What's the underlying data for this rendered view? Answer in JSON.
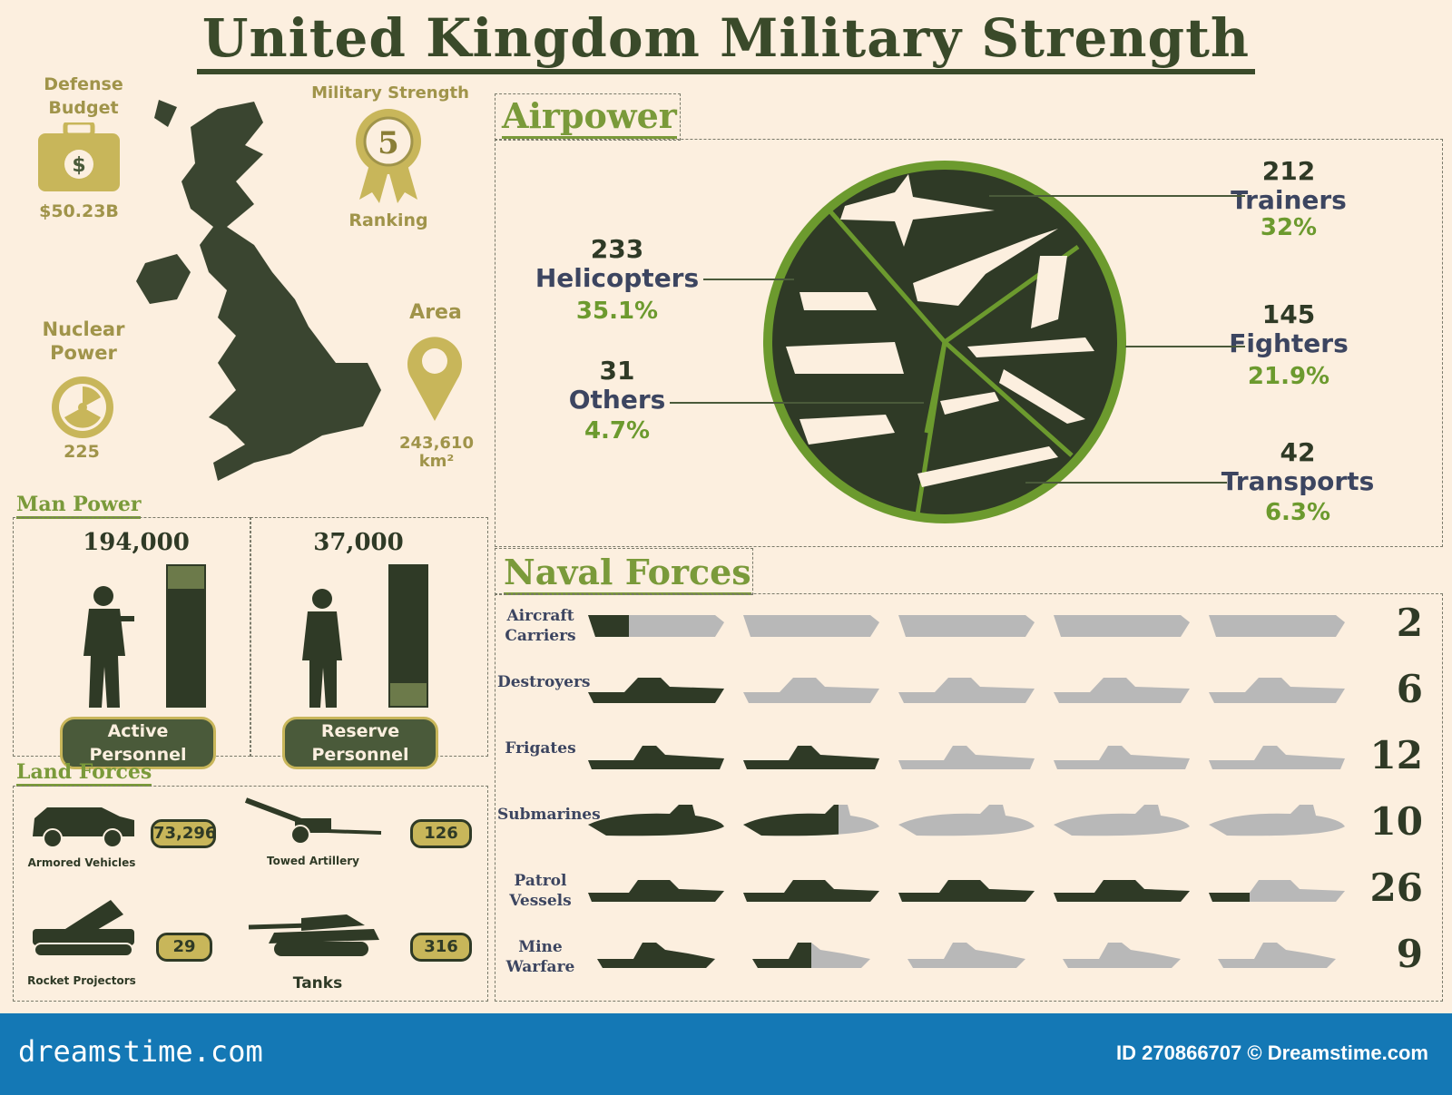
{
  "title": "United Kingdom Military Strength",
  "stats": {
    "defense_budget_label": "Defense Budget",
    "defense_budget_value": "$50.23B",
    "military_strength_label": "Military Strength",
    "ranking_number": "5",
    "ranking_label": "Ranking",
    "nuclear_label": "Nuclear Power",
    "nuclear_value": "225",
    "area_label": "Area",
    "area_value": "243,610",
    "area_unit": "km²"
  },
  "manpower": {
    "title": "Man Power",
    "active": {
      "value": "194,000",
      "label": "Active Personnel",
      "fill": 0.84
    },
    "reserve": {
      "value": "37,000",
      "label": "Reserve Personnel",
      "fill": 0.16
    }
  },
  "land": {
    "title": "Land Forces",
    "items": [
      {
        "name": "Armored Vehicles",
        "value": "73,296"
      },
      {
        "name": "Towed Artillery",
        "value": "126"
      },
      {
        "name": "Rocket Projectors",
        "value": "29"
      },
      {
        "name": "Tanks",
        "value": "316"
      }
    ]
  },
  "airpower": {
    "title": "Airpower",
    "items": [
      {
        "key": "trainers",
        "value": "212",
        "name": "Trainers",
        "pct": "32%"
      },
      {
        "key": "helicopters",
        "value": "233",
        "name": "Helicopters",
        "pct": "35.1%"
      },
      {
        "key": "fighters",
        "value": "145",
        "name": "Fighters",
        "pct": "21.9%"
      },
      {
        "key": "others",
        "value": "31",
        "name": "Others",
        "pct": "4.7%"
      },
      {
        "key": "transports",
        "value": "42",
        "name": "Transports",
        "pct": "6.3%"
      }
    ]
  },
  "naval": {
    "title": "Naval Forces",
    "rows": [
      {
        "label": "Aircraft Carriers",
        "count": "2",
        "filled": 0.3
      },
      {
        "label": "Destroyers",
        "count": "6",
        "filled": 1.0
      },
      {
        "label": "Frigates",
        "count": "12",
        "filled": 2.0
      },
      {
        "label": "Submarines",
        "count": "10",
        "filled": 1.7
      },
      {
        "label": "Patrol Vessels",
        "count": "26",
        "filled": 4.3
      },
      {
        "label": "Mine Warfare",
        "count": "9",
        "filled": 1.5
      }
    ]
  },
  "footer": {
    "site": "dreamstime.com",
    "id_text": "ID 270866707 © Dreamstime.com"
  },
  "colors": {
    "background": "#fcefdf",
    "dark_olive": "#2f3a26",
    "gold": "#a0944a",
    "green": "#6c9a2e",
    "slate": "#3c4560",
    "footer": "#1478b5"
  }
}
